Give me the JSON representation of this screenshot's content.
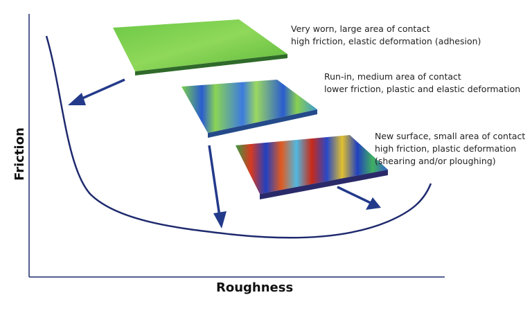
{
  "axes": {
    "x_label": "Roughness",
    "y_label": "Friction"
  },
  "colors": {
    "axis": "#1e2a6e",
    "curve": "#1e2a6e",
    "arrow": "#233a8a"
  },
  "states": [
    {
      "line1": "Very worn, large area of contact",
      "line2": "high friction, elastic deformation (adhesion)",
      "surface": "smooth-green"
    },
    {
      "line1": "Run-in, medium area of contact",
      "line2": "lower friction, plastic and elastic deformation",
      "surface": "green-blue-striped"
    },
    {
      "line1": "New surface, small area of contact",
      "line2": "high friction, plastic deformation",
      "line3": "(shearing and/or ploughing)",
      "surface": "red-blue-rough"
    }
  ]
}
